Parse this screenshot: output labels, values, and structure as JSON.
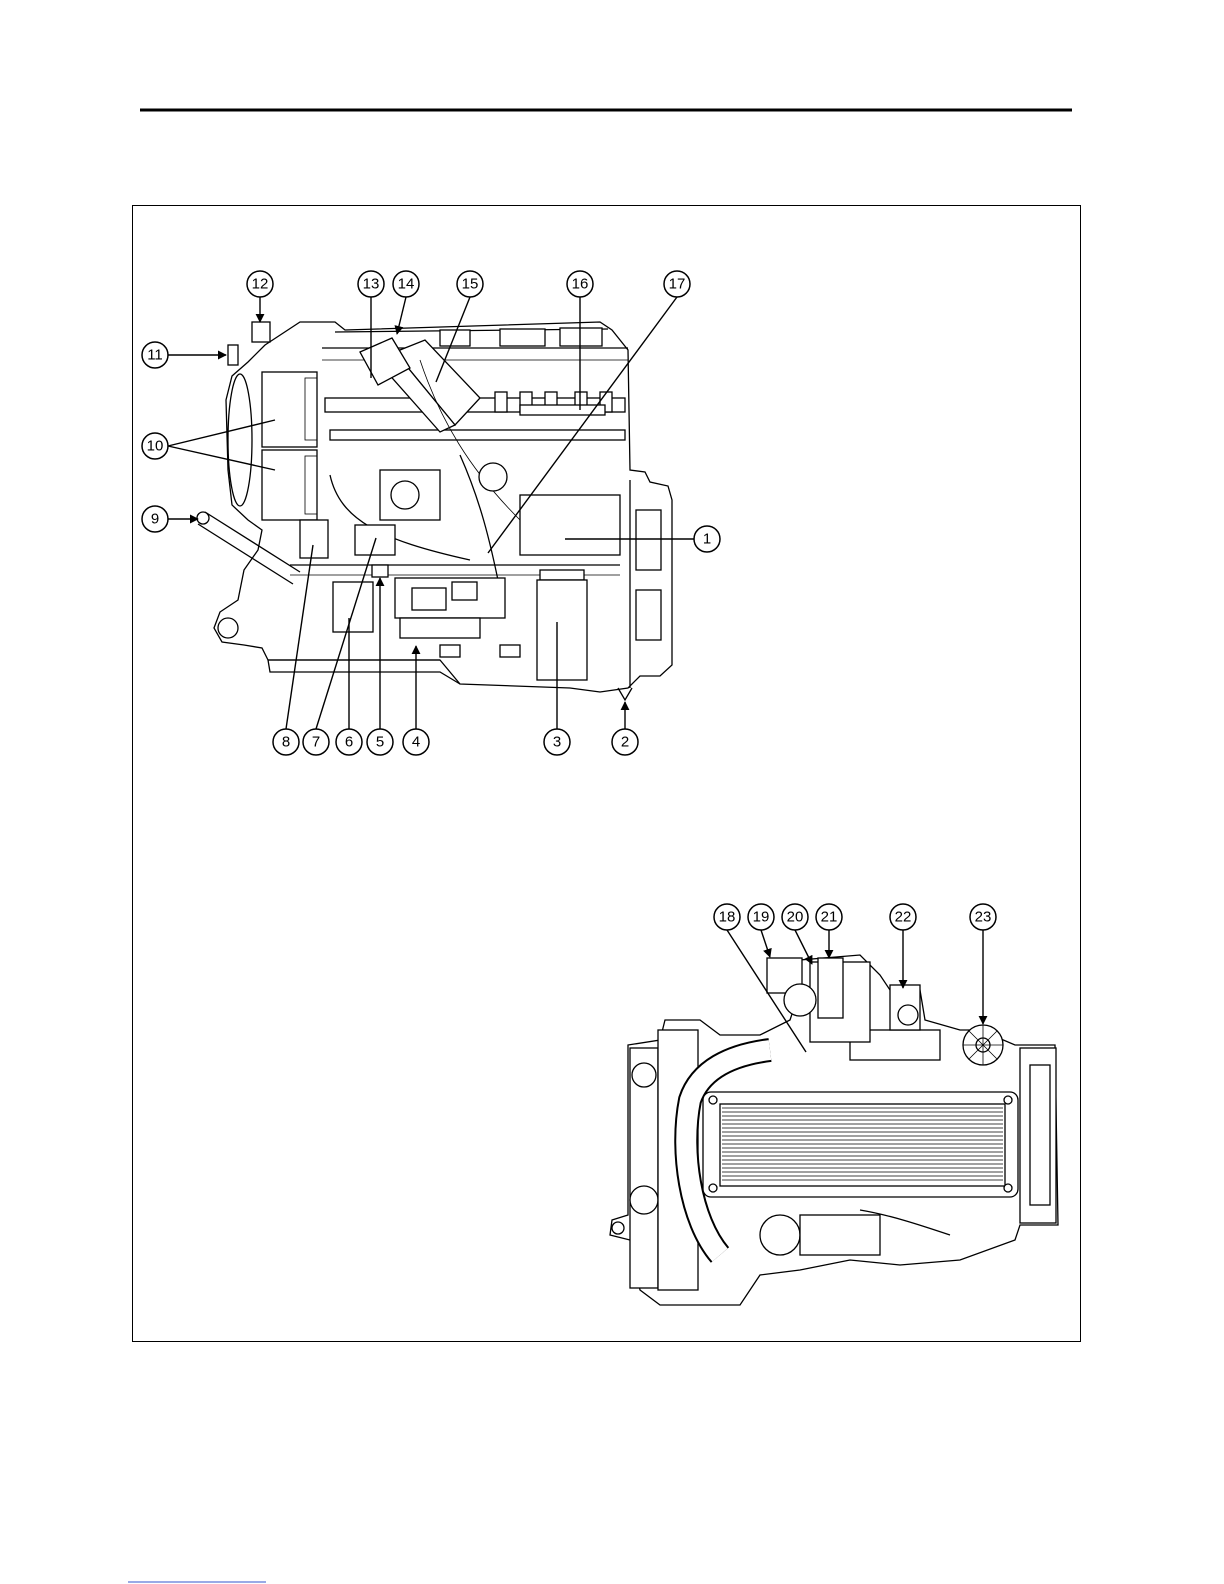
{
  "figure": {
    "side_view": {
      "callouts": [
        "1",
        "2",
        "3",
        "4",
        "5",
        "6",
        "7",
        "8",
        "9",
        "10",
        "11",
        "12",
        "13",
        "14",
        "15",
        "16",
        "17"
      ]
    },
    "top_view": {
      "callouts": [
        "18",
        "19",
        "20",
        "21",
        "22",
        "23"
      ]
    }
  }
}
